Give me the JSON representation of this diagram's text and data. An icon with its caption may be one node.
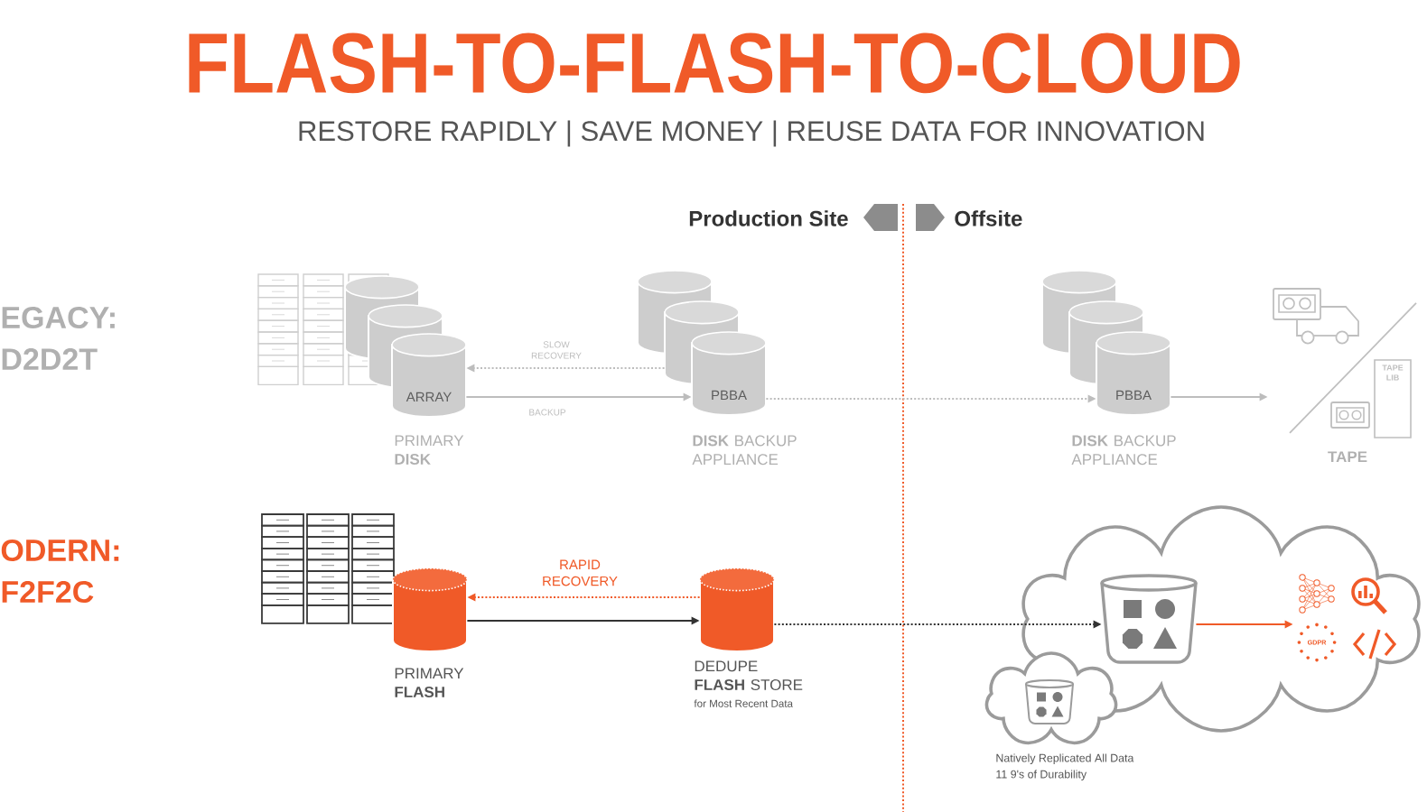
{
  "diagram": {
    "title": "FLASH-TO-FLASH-TO-CLOUD",
    "nodes": [
      {
        "text": [
          "ARRAY"
        ],
        "beside": [
          "PRIMARY **DISK**"
        ]
      },
      {
        "text": [
          "PBBA"
        ],
        "beside": [
          "**DISK** BACKUP APPLIANCE"
        ]
      },
      {
        "text": [
          "PBBA"
        ],
        "beside": [
          "**DISK** BACKUP APPLIANCE"
        ]
      },
      {
        "text": [],
        "shape": "picture",
        "beside": [
          "TAPE"
        ]
      },
      {
        "text": [
          "TAPE LIB"
        ],
        "in": 3
      },
      {
        "text": [],
        "shape": "cylinder",
        "beside": [
          "PRIMARY **FLASH**"
        ]
      },
      {
        "text": [],
        "shape": "cylinder",
        "beside": [
          "DEDUPE **FLASH** STORE",
          "for Most Recent Data"
        ]
      },
      {
        "text": [],
        "shape": "cloud"
      },
      {
        "text": [],
        "shape": "picture",
        "in": 7
      },
      {
        "text": [],
        "shape": "cloud",
        "beside": [
          "Natively Replicated All Data",
          "11 9's of Durability"
        ]
      },
      {
        "text": [],
        "shape": "picture",
        "in": 9
      },
      {
        "text": [],
        "shape": "picture",
        "in": 7
      },
      {
        "text": [
          "GDPR"
        ],
        "in": 11
      }
    ],
    "edges": [
      {
        "from": 1,
        "to": 0,
        "arrow": "to",
        "label": "SLOW RECOVERY",
        "style": "dashed"
      },
      {
        "from": 0,
        "to": 1,
        "arrow": "to",
        "label": "BACKUP"
      },
      {
        "from": 1,
        "to": 2,
        "arrow": "to",
        "style": "dashed"
      },
      {
        "from": 2,
        "to": 3,
        "arrow": "to"
      },
      {
        "from": 6,
        "to": 5,
        "arrow": "to",
        "label": "RAPID RECOVERY",
        "style": "dashed",
        "color": "#f05a28"
      },
      {
        "from": 5,
        "to": 6,
        "arrow": "to",
        "color": "#333333"
      },
      {
        "from": 6,
        "to": 8,
        "arrow": "to",
        "style": "dashed",
        "color": "#333333"
      },
      {
        "from": 8,
        "to": 11,
        "arrow": "to",
        "color": "#f05a28"
      }
    ],
    "labels": [
      "RESTORE RAPIDLY | SAVE MONEY | REUSE DATA FOR INNOVATION",
      "Production Site",
      "Offsite",
      "EGACY:",
      "D2D2T",
      "ODERN:",
      "F2F2C"
    ]
  }
}
